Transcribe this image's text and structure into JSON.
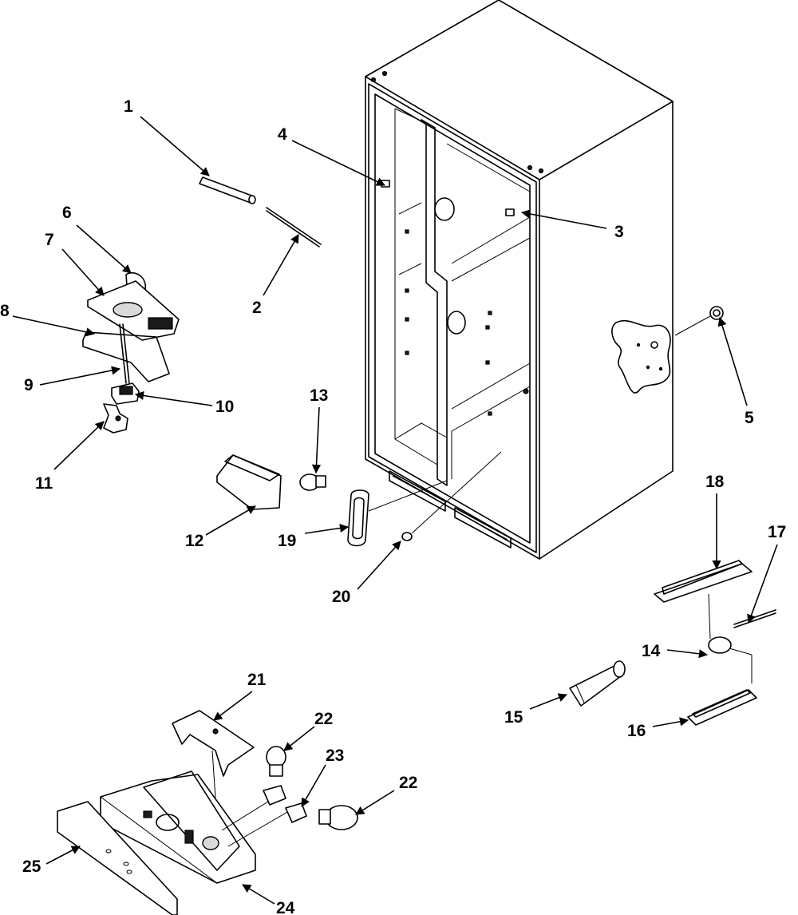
{
  "diagram": {
    "callouts": [
      "1",
      "2",
      "3",
      "4",
      "5",
      "6",
      "7",
      "8",
      "9",
      "10",
      "11",
      "12",
      "13",
      "14",
      "15",
      "16",
      "17",
      "18",
      "19",
      "20",
      "21",
      "22",
      "22",
      "23",
      "24",
      "25"
    ]
  }
}
